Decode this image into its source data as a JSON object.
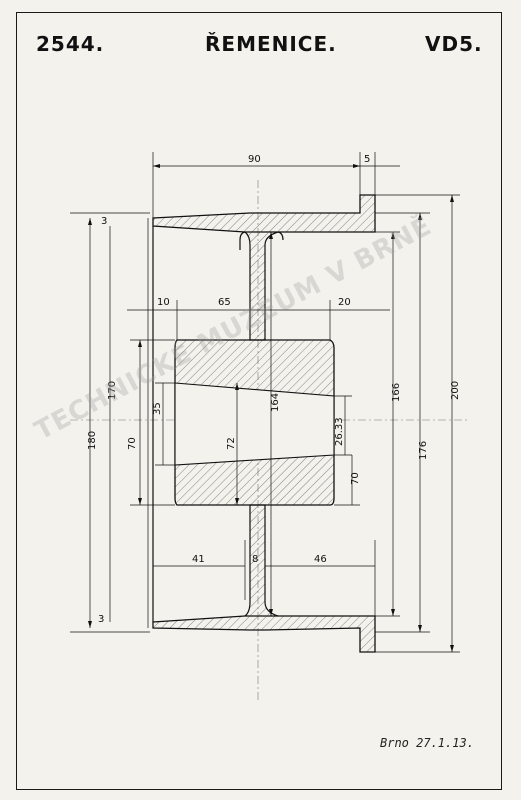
{
  "header": {
    "number": "2544.",
    "title": "ŘEMENICE.",
    "code": "VD5."
  },
  "dimensions": {
    "top_width": "90",
    "flange_width": "5",
    "left_offset": "10",
    "hub_width_top": "65",
    "right_offset": "20",
    "rim_thickness_top": "3",
    "rim_thickness_bottom": "3",
    "height_180": "180",
    "height_170": "170",
    "height_200": "200",
    "height_176": "176",
    "height_166": "166",
    "height_164": "164",
    "hub_70_left": "70",
    "hub_70_right": "70",
    "hub_35": "35",
    "hub_72": "72",
    "hub_26": "26.33",
    "bottom_left_41": "41",
    "bottom_web_8": "8",
    "bottom_right_46": "46"
  },
  "signature": "Brno 27.1.13.",
  "watermark": "TECHNICKÉ MUZEUM V BRNĚ"
}
